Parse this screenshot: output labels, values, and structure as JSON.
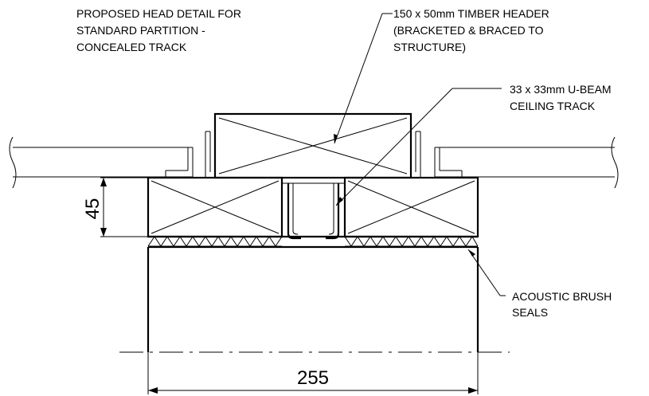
{
  "title": {
    "line1": "PROPOSED HEAD DETAIL FOR",
    "line2": "STANDARD PARTITION -",
    "line3": "CONCEALED TRACK"
  },
  "callouts": {
    "header": {
      "line1": "150 x 50mm TIMBER HEADER",
      "line2": "(BRACKETED & BRACED TO",
      "line3": "STRUCTURE)"
    },
    "track": {
      "line1": "33 x 33mm U-BEAM",
      "line2": "CEILING TRACK"
    },
    "seals": {
      "line1": "ACOUSTIC BRUSH",
      "line2": "SEALS"
    }
  },
  "dimensions": {
    "height": "45",
    "width": "255"
  }
}
